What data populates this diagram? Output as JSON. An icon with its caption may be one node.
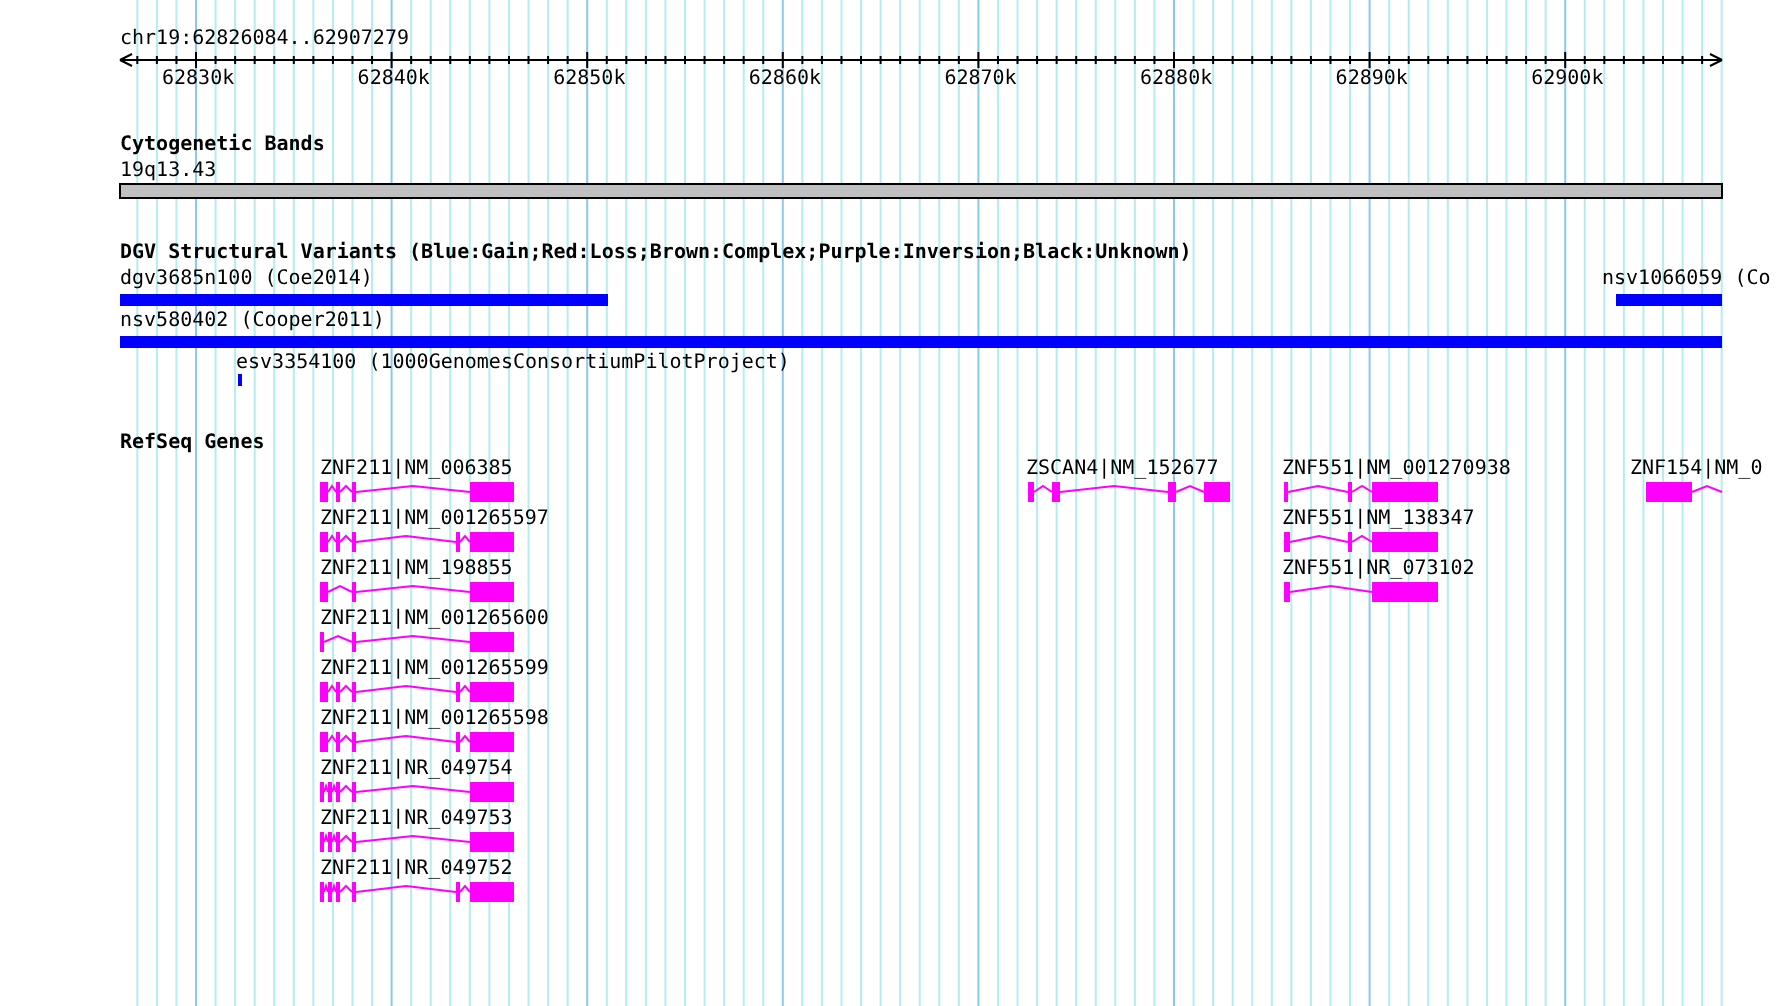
{
  "diagram": {
    "labels": [
      "chr19:62826084..62907279",
      "62830k",
      "62840k",
      "62850k",
      "62860k",
      "62870k",
      "62880k",
      "62890k",
      "62900k",
      "Cytogenetic Bands",
      "19q13.43",
      "DGV Structural Variants (Blue:Gain;Red:Loss;Brown:Complex;Purple:Inversion;Black:Unknown)",
      "dgv3685n100 (Coe2014)",
      "nsv1066059 (Co",
      "nsv580402 (Cooper2011)",
      "esv3354100 (1000GenomesConsortiumPilotProject)",
      "RefSeq Genes",
      "ZNF211|NM_006385",
      "ZSCAN4|NM_152677",
      "ZNF551|NM_001270938",
      "ZNF154|NM_0",
      "ZNF211|NM_001265597",
      "ZNF551|NM_138347",
      "ZNF211|NM_198855",
      "ZNF551|NR_073102",
      "ZNF211|NM_001265600",
      "ZNF211|NM_001265599",
      "ZNF211|NM_001265598",
      "ZNF211|NR_049754",
      "ZNF211|NR_049753",
      "ZNF211|NR_049752"
    ]
  }
}
